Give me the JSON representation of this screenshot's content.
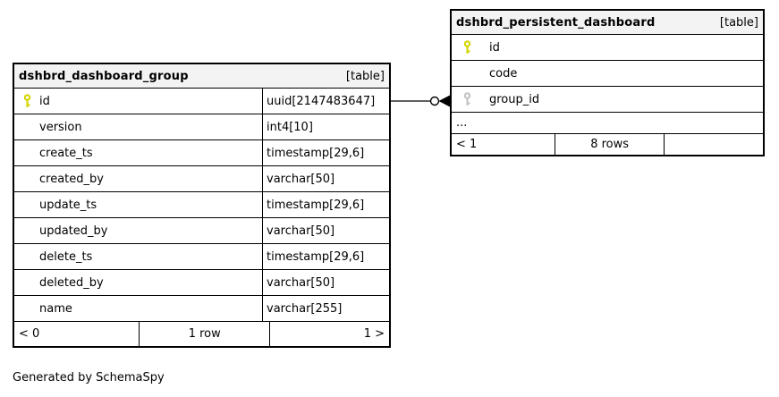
{
  "note": "Generated by SchemaSpy",
  "colors": {
    "primary_key": "#d4d400",
    "foreign_key": "#c2c2c2",
    "border": "#000000",
    "header_bg": "#f3f3f3",
    "relation_line": "#000000"
  },
  "tables": [
    {
      "name": "dshbrd_dashboard_group",
      "badge": "[table]",
      "columns": [
        {
          "name": "id",
          "type": "uuid[2147483647]",
          "key": "primary"
        },
        {
          "name": "version",
          "type": "int4[10]"
        },
        {
          "name": "create_ts",
          "type": "timestamp[29,6]"
        },
        {
          "name": "created_by",
          "type": "varchar[50]"
        },
        {
          "name": "update_ts",
          "type": "timestamp[29,6]"
        },
        {
          "name": "updated_by",
          "type": "varchar[50]"
        },
        {
          "name": "delete_ts",
          "type": "timestamp[29,6]"
        },
        {
          "name": "deleted_by",
          "type": "varchar[50]"
        },
        {
          "name": "name",
          "type": "varchar[255]"
        }
      ],
      "footer": {
        "left": "< 0",
        "center": "1 row",
        "right": "1 >"
      }
    },
    {
      "name": "dshbrd_persistent_dashboard",
      "badge": "[table]",
      "columns": [
        {
          "name": "id",
          "key": "primary"
        },
        {
          "name": "code"
        },
        {
          "name": "group_id",
          "key": "foreign"
        }
      ],
      "ellipsis": "...",
      "footer": {
        "left": "< 1",
        "center": "8 rows",
        "right": ""
      }
    }
  ],
  "relationship": {
    "from": "dshbrd_dashboard_group.id",
    "to": "dshbrd_persistent_dashboard.group_id"
  }
}
